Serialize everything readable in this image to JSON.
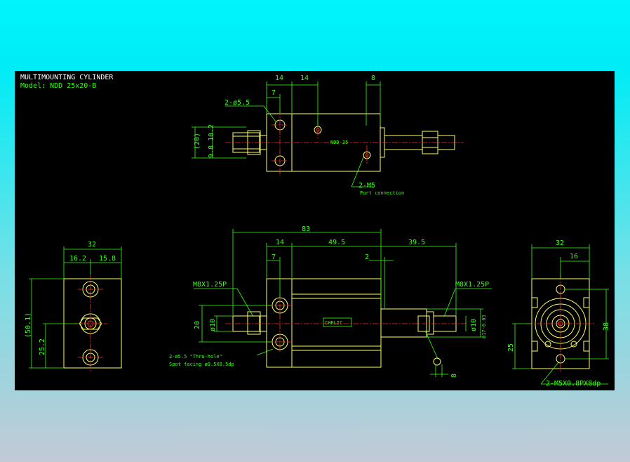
{
  "title": {
    "line1": "MULTIMOUNTING CYLINDER",
    "line2": "Model: NDD 25x20-B"
  },
  "top_view": {
    "dims": {
      "d14a": "14",
      "d14b": "14",
      "d8": "8",
      "d7": "7",
      "d20": "(20)",
      "d102": "10.2",
      "d98": "9.8"
    },
    "hole_label": "2-ø5.5",
    "body_text": "NDD 25",
    "port_label": "2-M5",
    "port_note": "Port connection"
  },
  "front_view": {
    "dims": {
      "d83": "83",
      "d14": "14",
      "d495": "49.5",
      "d395": "39.5",
      "d7": "7",
      "d2": "2",
      "d20": "20",
      "d10a": "ø10",
      "d10b": "ø10",
      "d17": "ø17-0.05",
      "d8": "8"
    },
    "thread_left": "M8X1.25P",
    "thread_right": "M8X1.25P",
    "logo": "CHELIC",
    "hole_note1": "2-ø5.5 \"Thru-hole\"",
    "hole_note2": "Spot facing   ø9.5X8.5dp"
  },
  "left_view": {
    "dims": {
      "d32": "32",
      "d162": "16.2",
      "d158": "15.8",
      "d501": "(50.1)",
      "d252": "25.2"
    }
  },
  "right_view": {
    "dims": {
      "d32": "32",
      "d16": "16",
      "d38": "38",
      "d25": "25"
    },
    "note": "2-M5X0.8PX8dp"
  }
}
